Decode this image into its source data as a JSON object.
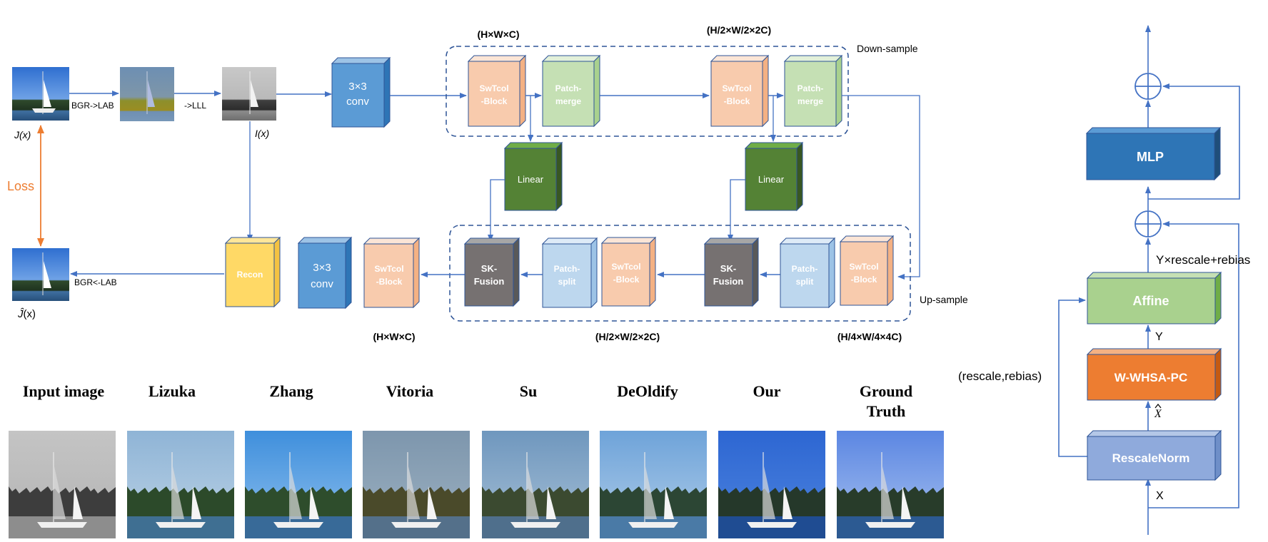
{
  "top_left_images": {
    "input_caption": "J(x)",
    "bgr_lab_label": "BGR->LAB",
    "lll_label": "->LLL",
    "gray_caption": "I(x)",
    "output_caption_hat": "Ĵ",
    "output_caption_rest": "(x)",
    "loss_label": "Loss",
    "bgr_back_label": "BGR<-LAB"
  },
  "encoder": {
    "conv_label_line1": "3×3",
    "conv_label_line2": "conv",
    "dim_top_1": "(H×W×C)",
    "dim_top_2": "(H/2×W/2×2C)",
    "downsample_label": "Down-sample",
    "swtcol1_line1": "SwTcol",
    "swtcol1_line2": "-Block",
    "patchmerge1_line1": "Patch-",
    "patchmerge1_line2": "merge",
    "swtcol2_line1": "SwTcol",
    "swtcol2_line2": "-Block",
    "patchmerge2_line1": "Patch-",
    "patchmerge2_line2": "merge",
    "linear1": "Linear",
    "linear2": "Linear"
  },
  "decoder": {
    "upsample_label": "Up-sample",
    "recon": "Recon",
    "conv_label_line1": "3×3",
    "conv_label_line2": "conv",
    "swtcol_out_line1": "SwTcol",
    "swtcol_out_line2": "-Block",
    "skfusion1_line1": "SK-",
    "skfusion1_line2": "Fusion",
    "patchsplit1_line1": "Patch-",
    "patchsplit1_line2": "split",
    "swtcol_mid_line1": "SwTcol",
    "swtcol_mid_line2": "-Block",
    "skfusion2_line1": "SK-",
    "skfusion2_line2": "Fusion",
    "patchsplit2_line1": "Patch-",
    "patchsplit2_line2": "split",
    "swtcol_in_line1": "SwTcol",
    "swtcol_in_line2": "-Block",
    "dim_bottom_1": "(H×W×C)",
    "dim_bottom_2": "(H/2×W/2×2C)",
    "dim_bottom_3": "(H/4×W/4×4C)"
  },
  "comparison": {
    "headers": [
      "Input image",
      "Lizuka",
      "Zhang",
      "Vitoria",
      "Su",
      "DeOldify",
      "Our",
      "Ground",
      "Truth"
    ]
  },
  "block_detail": {
    "mlp": "MLP",
    "affine": "Affine",
    "whsa": "W-WHSA-PC",
    "rescalenorm": "RescaleNorm",
    "affine_out_label": "Y×rescale+rebias",
    "y_label": "Y",
    "xhat_label": "X",
    "x_label": "X",
    "side_label": "(rescale,rebias)"
  },
  "colors": {
    "arrow": "#4472c4",
    "loss": "#ed7d31",
    "conv": "#5b9bd5",
    "swtcol": "#f8cbad",
    "patch_merge": "#c5e0b4",
    "linear": "#548235",
    "sk_fusion": "#767171",
    "patch_split": "#bdd7ee",
    "recon": "#ffd966",
    "mlp": "#2e75b6",
    "affine": "#a9d18e",
    "whsa": "#ed7d31",
    "rescalenorm": "#8faadc"
  }
}
